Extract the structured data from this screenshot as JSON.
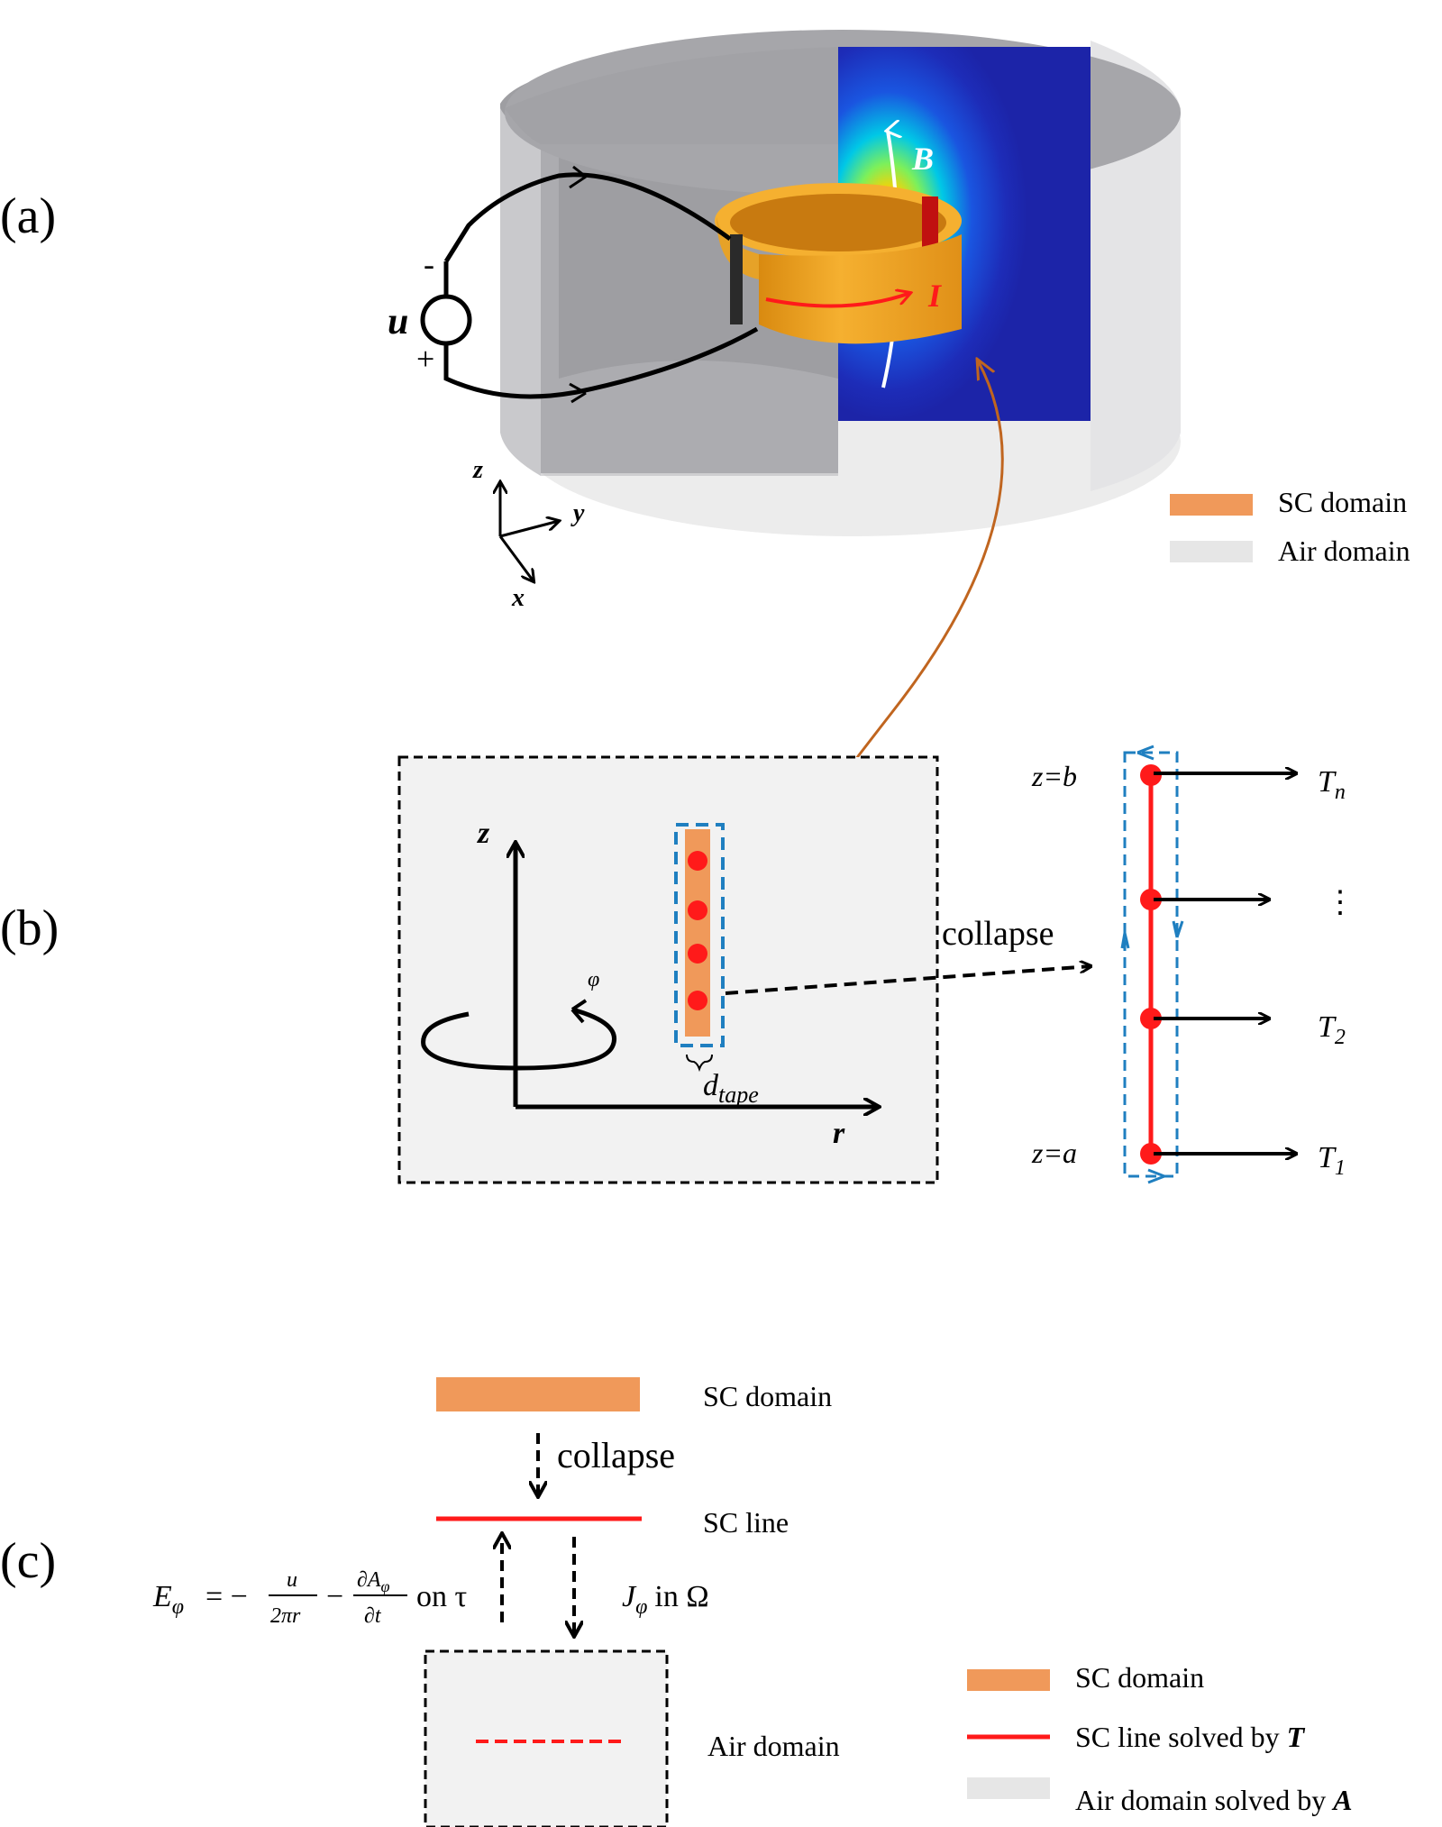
{
  "panel_a": {
    "label": "(a)",
    "voltage_symbol": "u",
    "minus_sign": "-",
    "plus_sign": "+",
    "field_label": "B",
    "current_label": "I",
    "axes": {
      "z": "z",
      "y": "y",
      "x": "x"
    },
    "legend": [
      {
        "label": "SC  domain",
        "color": "#f0995a"
      },
      {
        "label": "Air domain",
        "color": "#e6e6e6"
      }
    ]
  },
  "panel_b": {
    "label": "(b)",
    "axis_z": "z",
    "axis_r": "r",
    "phi": "φ",
    "d_main": "d",
    "d_sub": "tape",
    "collapse": "collapse",
    "z_top": "z=b",
    "z_bottom": "z=a",
    "t_n_main": "T",
    "t_n_sub": "n",
    "dots": "⋮",
    "t_2_main": "T",
    "t_2_sub": "2",
    "t_1_main": "T",
    "t_1_sub": "1"
  },
  "panel_c": {
    "label": "(c)",
    "sc_domain_label": "SC  domain",
    "collapse": "collapse",
    "sc_line_label": "SC  line",
    "eq_left": {
      "lhs": "E",
      "lhs_sub": "φ",
      "eq_sign": "= −",
      "frac1_num": "u",
      "frac1_den": "2πr",
      "minus": "−",
      "frac2_num": "∂A",
      "frac2_num_sub": "φ",
      "frac2_den": "∂t",
      "suffix": "on τ"
    },
    "eq_right": {
      "lhs": "J",
      "lhs_sub": "φ",
      "suffix": "in Ω"
    },
    "air_domain_label": "Air domain",
    "legend": [
      {
        "label": "SC  domain",
        "color": "#f0995a"
      },
      {
        "label": "SC  line solved by ",
        "bold_tail": "T",
        "color": "#ff0000"
      },
      {
        "label": "Air domain solved by ",
        "bold_tail": "A",
        "color": "#e6e6e6"
      }
    ]
  }
}
